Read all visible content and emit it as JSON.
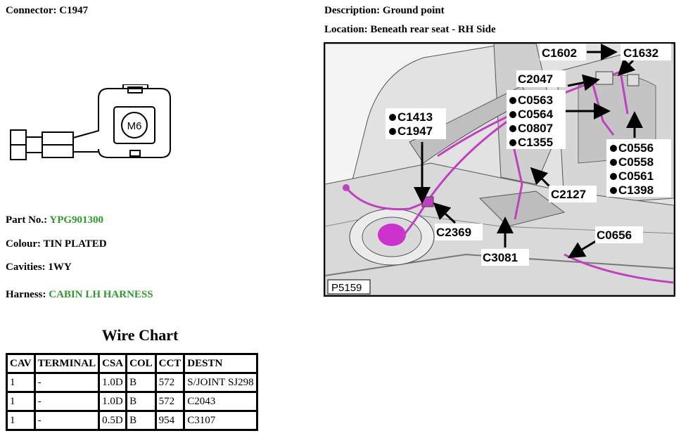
{
  "connector": {
    "label": "Connector:",
    "value": "C1947"
  },
  "description": {
    "label": "Description:",
    "value": "Ground point"
  },
  "location": {
    "label": "Location:",
    "value": "Beneath rear seat - RH Side"
  },
  "connector_drawing": {
    "stud_label": "M6"
  },
  "part_no": {
    "label": "Part No.:",
    "value": "YPG901300"
  },
  "colour": {
    "label": "Colour:",
    "value": "TIN PLATED"
  },
  "cavities": {
    "label": "Cavities:",
    "value": "1WY"
  },
  "harness": {
    "label": "Harness:",
    "value": "CABIN LH HARNESS"
  },
  "accent_green": "#2e9a2e",
  "harness_color": "#c040c0",
  "photo": {
    "ref": "P5159",
    "callouts": {
      "c1602": "C1602",
      "c1632": "C1632",
      "c2047": "C2047",
      "c0563": "C0563",
      "c0564": "C0564",
      "c0807": "C0807",
      "c1355": "C1355",
      "c1413": "C1413",
      "c1947": "C1947",
      "c0556": "C0556",
      "c0558": "C0558",
      "c0561": "C0561",
      "c1398": "C1398",
      "c2127": "C2127",
      "c2369": "C2369",
      "c0656": "C0656",
      "c3081": "C3081"
    }
  },
  "wire_chart": {
    "title": "Wire Chart",
    "headers": [
      "CAV",
      "TERMINAL",
      "CSA",
      "COL",
      "CCT",
      "DESTN"
    ],
    "rows": [
      [
        "1",
        "-",
        "1.0D",
        "B",
        "572",
        "S/JOINT SJ298"
      ],
      [
        "1",
        "-",
        "1.0D",
        "B",
        "572",
        "C2043"
      ],
      [
        "1",
        "-",
        "0.5D",
        "B",
        "954",
        "C3107"
      ]
    ]
  }
}
